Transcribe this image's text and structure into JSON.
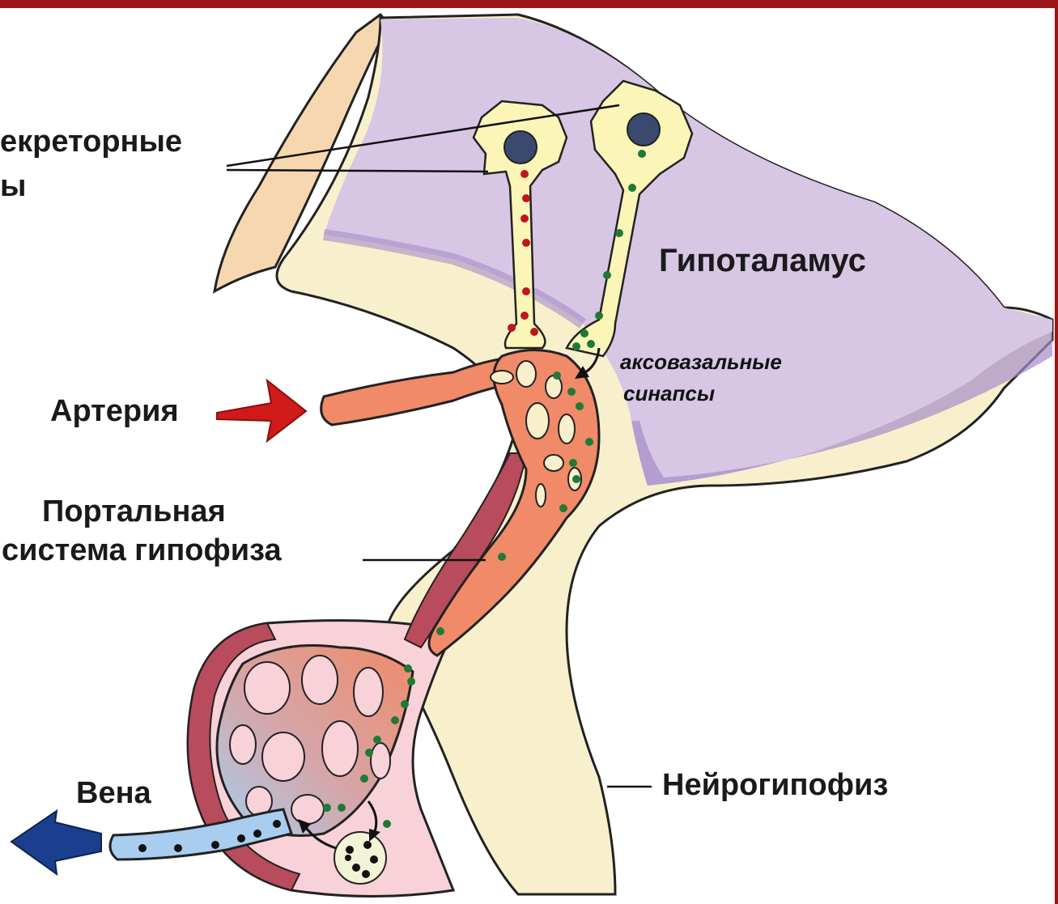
{
  "labels": {
    "neurosecretory_line1": "екреторные",
    "neurosecretory_line2": "ы",
    "hypothalamus": "Гипоталамус",
    "axovasal_line1": "аксовазальные",
    "axovasal_line2": "синапсы",
    "artery": "Артерия",
    "portal_line1": "Портальная",
    "portal_line2": "система гипофиза",
    "vein": "Вена",
    "neurohypophysis": "Нейрогипофиз"
  },
  "colors": {
    "frame": "#9a1616",
    "hypothalamus": "#d7c6e4",
    "hypothalamus_shade": "#a58cc8",
    "tissue": "#f8f0cc",
    "outer_layer": "#f6d7b0",
    "neuron": "#fbf6b8",
    "nucleus": "#3a4a6e",
    "vessel": "#f08a68",
    "vein": "#a9cdee",
    "pituitary": "#f8d2d8",
    "pituitary_rim": "#b84c5c",
    "red_granule": "#c0151f",
    "green_granule": "#1f7a35",
    "artery_arrow": "#d11a1a",
    "vein_arrow": "#1b3f8f"
  },
  "icons": {
    "artery_arrow": "arrow-right-icon",
    "vein_arrow": "arrow-left-icon"
  }
}
